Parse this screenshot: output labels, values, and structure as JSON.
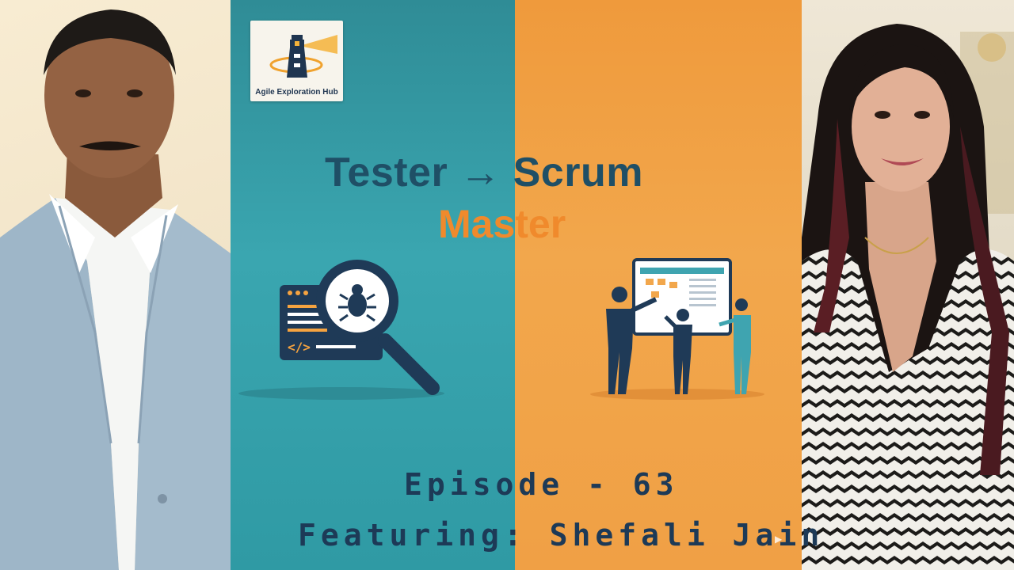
{
  "logo": {
    "text": "Agile Exploration Hub",
    "icon": "lighthouse-icon"
  },
  "title": {
    "main": "Tester → Scrum",
    "sub": "Master"
  },
  "illustrations": {
    "left": "bug-search-icon",
    "right": "team-board-meeting-icon"
  },
  "episode": "Episode - 63",
  "featuring": "Featuring: Shefali Jain",
  "colors": {
    "teal": "#3aa6b0",
    "orange": "#f2a74c",
    "navy": "#1d3a57",
    "title_orange": "#f08a2c"
  }
}
